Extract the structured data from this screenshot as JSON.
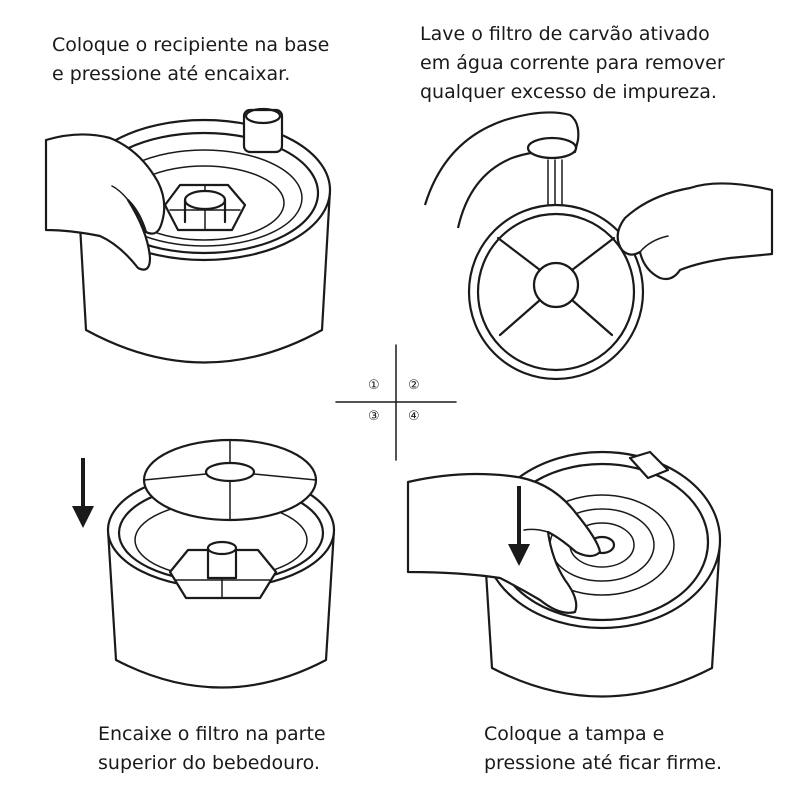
{
  "steps": [
    {
      "number": "①",
      "lines": [
        "Coloque o recipiente na base",
        "e pressione até encaixar."
      ]
    },
    {
      "number": "②",
      "lines": [
        "Lave o filtro de carvão ativado",
        "em água corrente para remover",
        "qualquer excesso de impureza."
      ]
    },
    {
      "number": "③",
      "lines": [
        "Encaixe o filtro na parte",
        "superior do bebedouro."
      ]
    },
    {
      "number": "④",
      "lines": [
        "Coloque a tampa e",
        "pressione até ficar firme."
      ]
    }
  ]
}
